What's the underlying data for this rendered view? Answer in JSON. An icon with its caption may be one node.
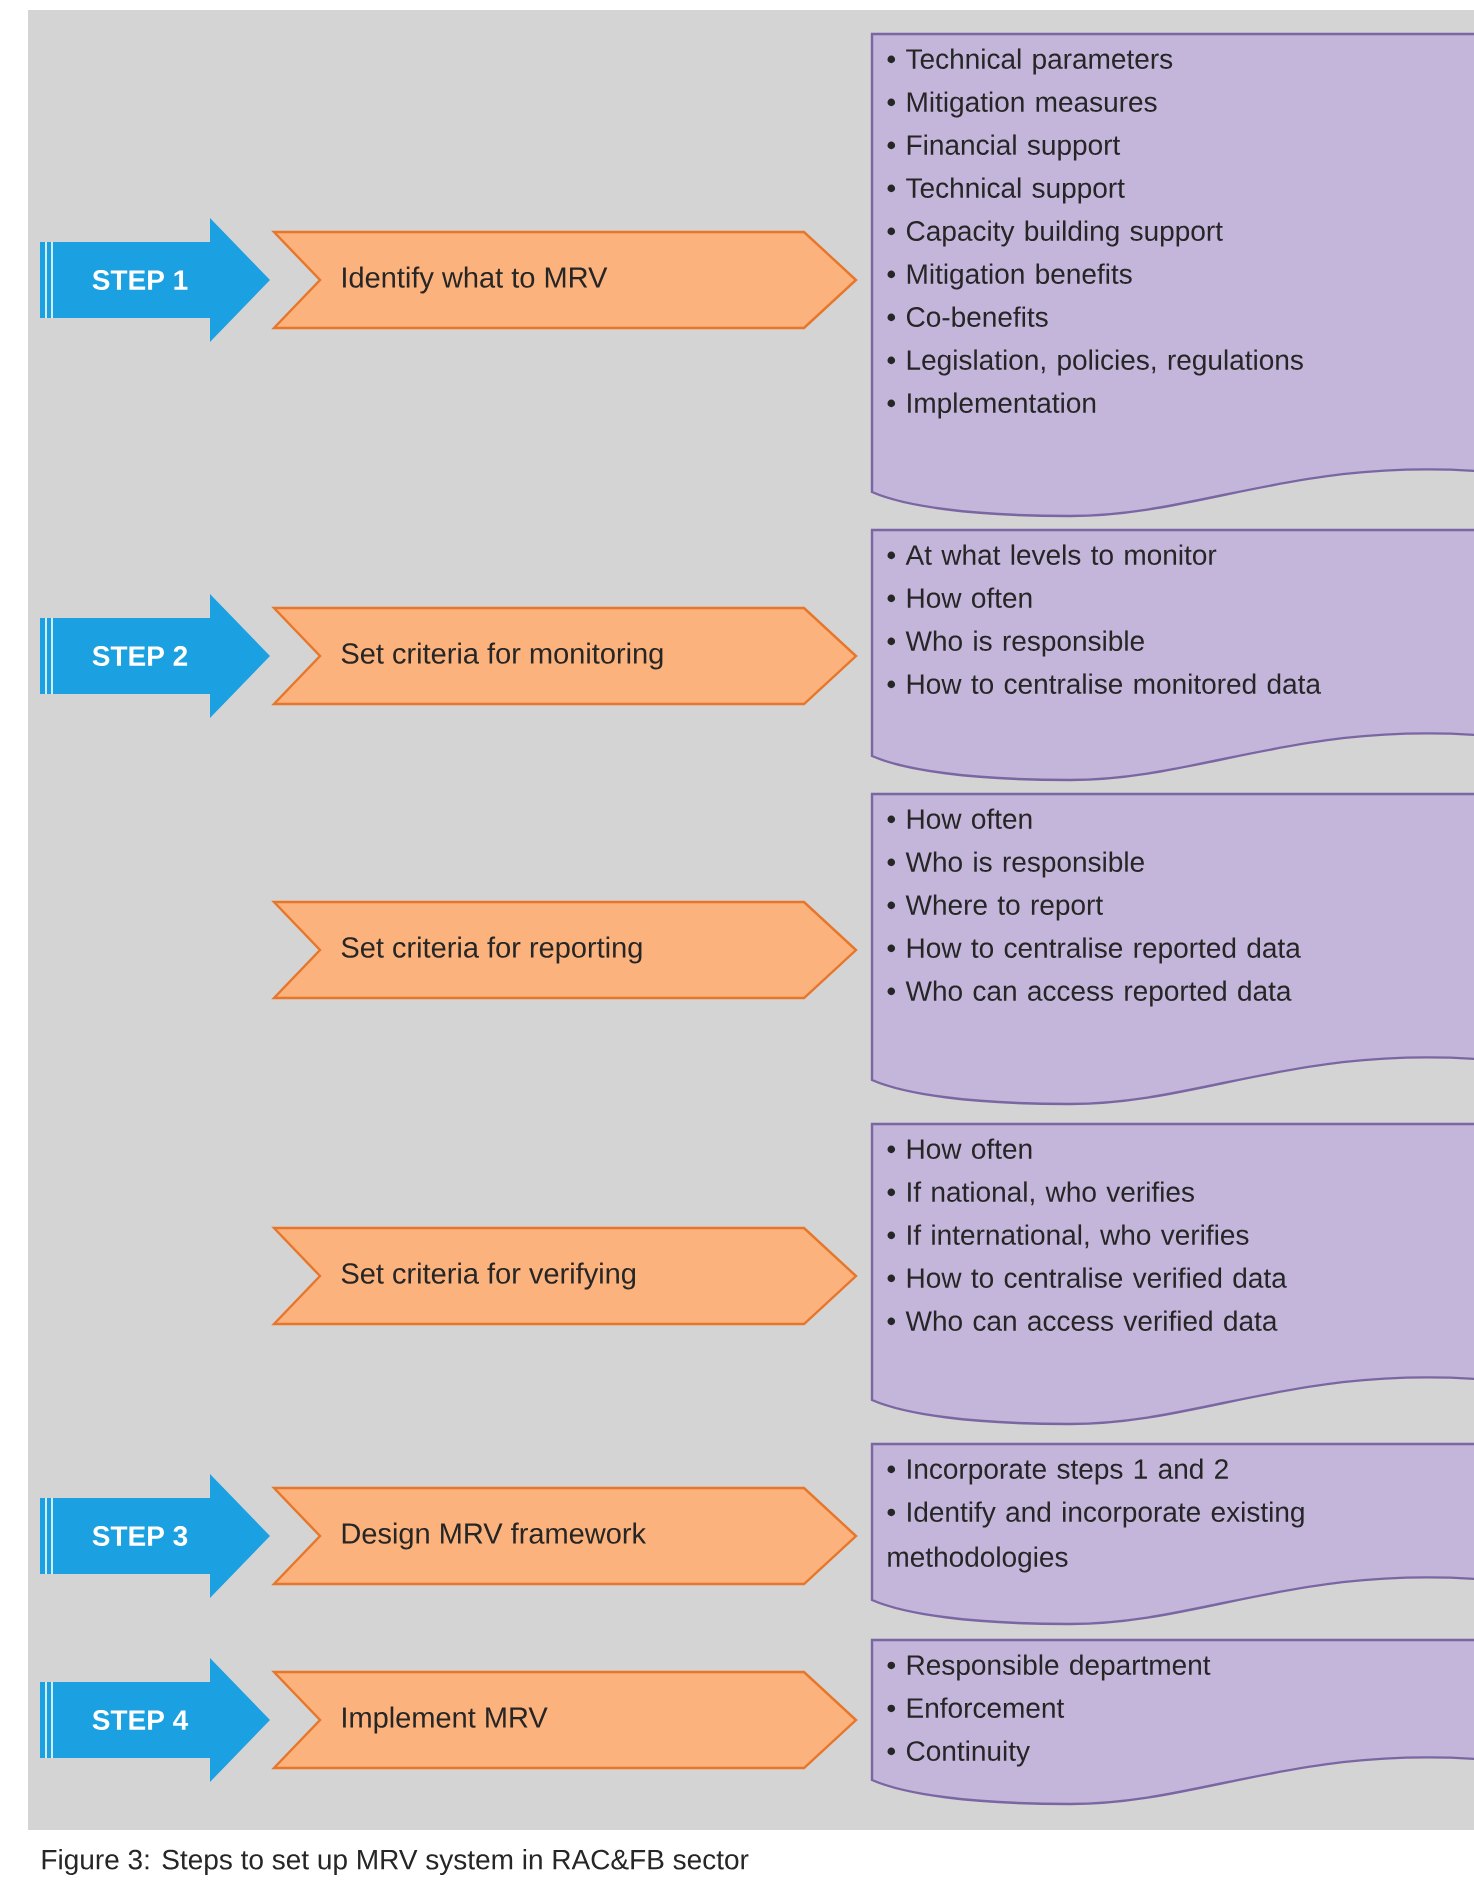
{
  "diagram": {
    "caption": "Figure 3: Steps to set up MRV system in RAC&FB sector",
    "nodes": [
      {
        "text": [
          "STEP 1"
        ]
      },
      {
        "text": [
          "Identify what to MRV"
        ]
      },
      {
        "text": [
          "• Technical parameters",
          "• Mitigation measures",
          "• Financial support",
          "• Technical support",
          "• Capacity building support",
          "• Mitigation benefits",
          "• Co-benefits",
          "• Legislation, policies, regulations",
          "• Implementation"
        ]
      },
      {
        "text": [
          "STEP 2"
        ]
      },
      {
        "text": [
          "Set criteria for monitoring"
        ]
      },
      {
        "text": [
          "• At what levels to monitor",
          "• How often",
          "• Who is responsible",
          "• How to centralise monitored data"
        ]
      },
      {
        "text": [
          "Set criteria for reporting"
        ]
      },
      {
        "text": [
          "• How often",
          "• Who is responsible",
          "• Where to report",
          "• How to centralise reported data",
          "• Who can access reported data"
        ]
      },
      {
        "text": [
          "Set criteria for verifying"
        ]
      },
      {
        "text": [
          "• How often",
          "• If national, who verifies",
          "• If international, who verifies",
          "• How to centralise verified data",
          "• Who can access verified data"
        ]
      },
      {
        "text": [
          "STEP 3"
        ]
      },
      {
        "text": [
          "Design MRV framework"
        ]
      },
      {
        "text": [
          "• Incorporate steps 1 and 2",
          "• Identify and incorporate existing methodologies"
        ]
      },
      {
        "text": [
          "STEP 4"
        ]
      },
      {
        "text": [
          "Implement MRV"
        ]
      },
      {
        "text": [
          "• Responsible department",
          "• Enforcement",
          "• Continuity"
        ]
      }
    ]
  }
}
